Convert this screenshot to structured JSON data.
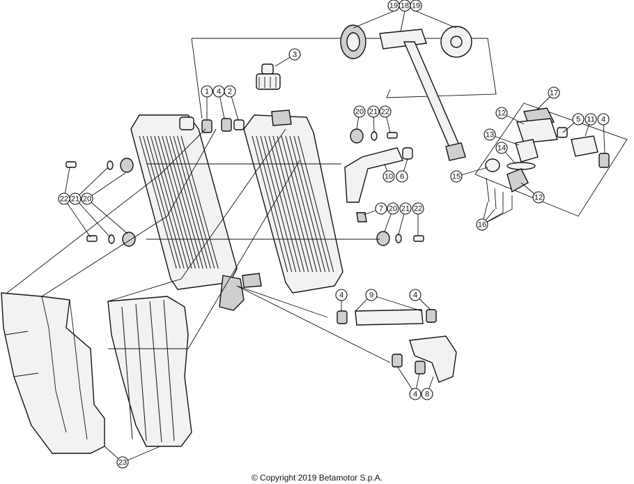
{
  "copyright": "© Copyright 2019 Betamotor S.p.A.",
  "callouts": [
    {
      "id": "c19a",
      "label": "19"
    },
    {
      "id": "c18",
      "label": "18"
    },
    {
      "id": "c19b",
      "label": "19"
    },
    {
      "id": "c3",
      "label": "3"
    },
    {
      "id": "c1",
      "label": "1"
    },
    {
      "id": "c4a",
      "label": "4"
    },
    {
      "id": "c2",
      "label": "2"
    },
    {
      "id": "c17",
      "label": "17"
    },
    {
      "id": "c20a",
      "label": "20"
    },
    {
      "id": "c21a",
      "label": "21"
    },
    {
      "id": "c22a",
      "label": "22"
    },
    {
      "id": "c12a",
      "label": "12"
    },
    {
      "id": "c5",
      "label": "5"
    },
    {
      "id": "c11",
      "label": "11"
    },
    {
      "id": "c4b",
      "label": "4"
    },
    {
      "id": "c13",
      "label": "13"
    },
    {
      "id": "c14",
      "label": "14"
    },
    {
      "id": "c15",
      "label": "15"
    },
    {
      "id": "c12b",
      "label": "12"
    },
    {
      "id": "c16",
      "label": "16"
    },
    {
      "id": "c10",
      "label": "10"
    },
    {
      "id": "c6",
      "label": "6"
    },
    {
      "id": "c22b",
      "label": "22"
    },
    {
      "id": "c21b",
      "label": "21"
    },
    {
      "id": "c20b",
      "label": "20"
    },
    {
      "id": "c7",
      "label": "7"
    },
    {
      "id": "c20c",
      "label": "20"
    },
    {
      "id": "c21c",
      "label": "21"
    },
    {
      "id": "c22c",
      "label": "22"
    },
    {
      "id": "c4c",
      "label": "4"
    },
    {
      "id": "c9",
      "label": "9"
    },
    {
      "id": "c4d",
      "label": "4"
    },
    {
      "id": "c4e",
      "label": "4"
    },
    {
      "id": "c8",
      "label": "8"
    },
    {
      "id": "c23",
      "label": "23"
    }
  ]
}
